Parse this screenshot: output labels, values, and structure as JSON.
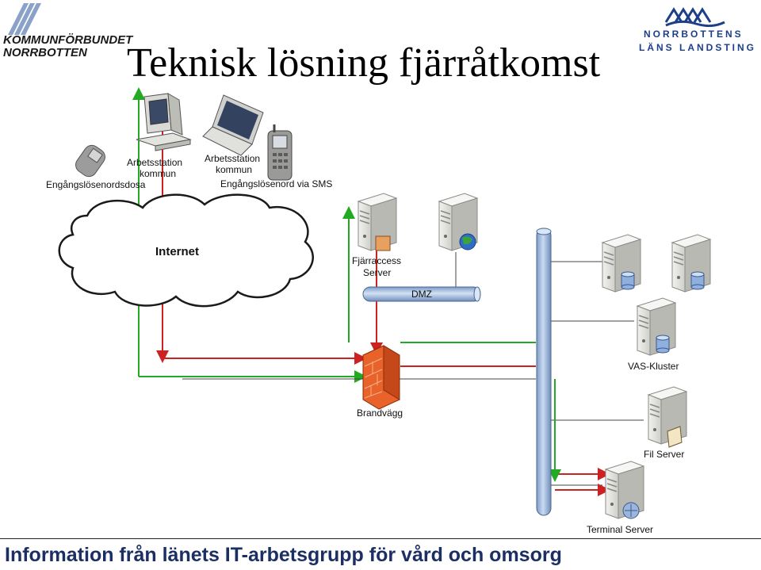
{
  "title": "Teknisk lösning fjärråtkomst",
  "logos": {
    "left_line1": "KOMMUNFÖRBUNDET",
    "left_line2": "NORRBOTTEN",
    "right_line1": "NORRBOTTENS",
    "right_line2": "LÄNS LANDSTING"
  },
  "labels": {
    "token": "Engångslösenordsdosa",
    "ws1_line1": "Arbetsstation",
    "ws1_line2": "kommun",
    "ws2_line1": "Arbetsstation",
    "ws2_line2": "kommun",
    "sms": "Engångslösenord via SMS",
    "internet": "Internet",
    "remote_line1": "Fjärraccess",
    "remote_line2": "Server",
    "dmz": "DMZ",
    "vas": "VAS-Kluster",
    "firewall": "Brandvägg",
    "file_server": "Fil Server",
    "terminal_server": "Terminal Server"
  },
  "footer": "Information från länets IT-arbetsgrupp för vård och omsorg",
  "colors": {
    "title_text": "#000000",
    "footer_text": "#1c2f63",
    "green_link": "#22aa22",
    "red_link": "#cc2222",
    "backbone": "#a9c2e3",
    "dmz_pipe": "#b7cbea",
    "firewall": "#e8622a",
    "server_body": "#e9e9e6",
    "logo_blue": "#1d3f8a"
  },
  "icons": [
    "token-device-icon",
    "desktop-computer-icon",
    "laptop-icon",
    "mobile-phone-icon",
    "cloud-icon",
    "server-icon",
    "globe-icon",
    "database-icon",
    "folder-icon",
    "firewall-icon"
  ]
}
